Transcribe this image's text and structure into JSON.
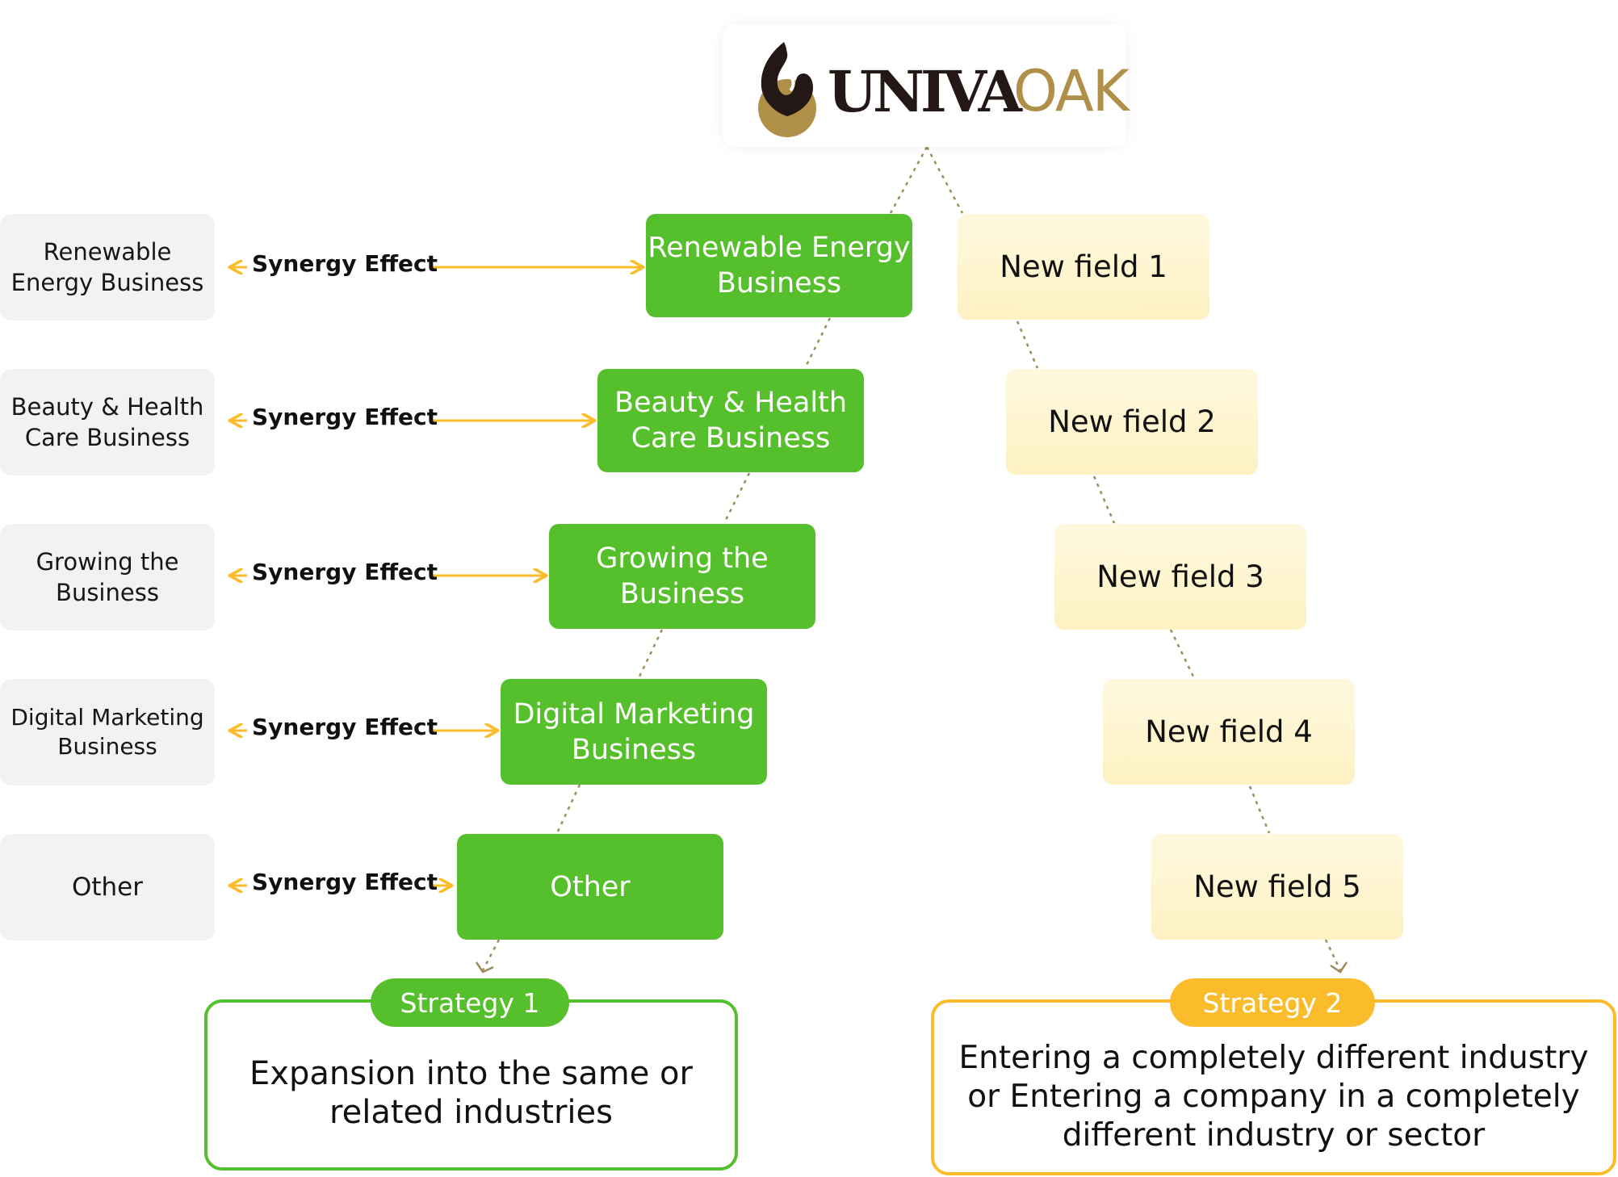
{
  "logo": {
    "text_bold": "UNIVA",
    "text_light": "OAK",
    "icon": "flame-drop-icon"
  },
  "synergy_label": "Synergy Effect",
  "existing": [
    "Renewable Energy Business",
    "Beauty & Health Care Business",
    "Growing the Business",
    "Digital Marketing Business",
    "Other"
  ],
  "related": [
    "Renewable Energy Business",
    "Beauty & Health Care Business",
    "Growing the Business",
    "Digital Marketing Business",
    "Other"
  ],
  "new_fields": [
    "New field 1",
    "New field 2",
    "New field 3",
    "New field 4",
    "New field 5"
  ],
  "strategy1": {
    "label": "Strategy 1",
    "text": "Expansion into the same or related industries"
  },
  "strategy2": {
    "label": "Strategy 2",
    "text": "Entering a completely different industry or Entering a company in a completely different industry or sector"
  },
  "colors": {
    "green": "#56bf2c",
    "gold": "#fbbc2c",
    "cream": "#fdf1c2",
    "grey_box": "#f2f2f2",
    "dots": "#a08a5c",
    "logo_gold": "#b08f48",
    "logo_dark": "#231815"
  }
}
